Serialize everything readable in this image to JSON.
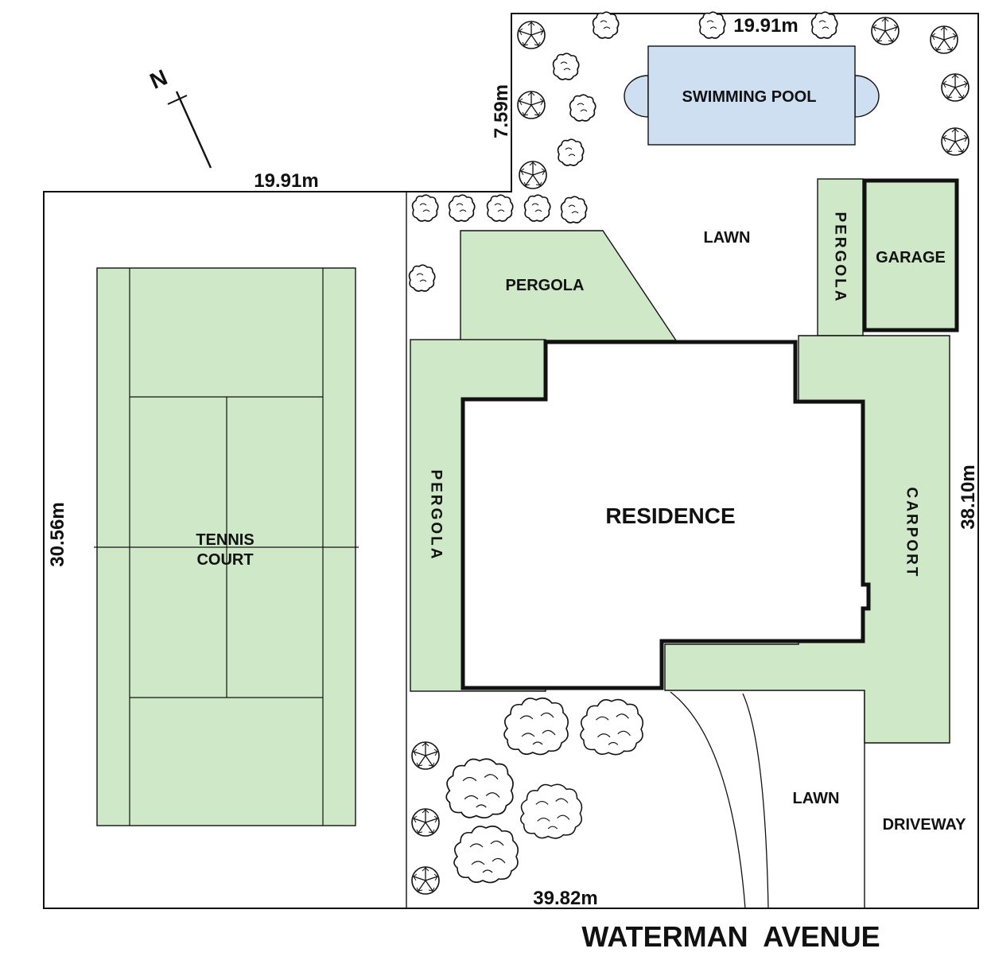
{
  "colors": {
    "area_green": "#cfe8c8",
    "pool_blue": "#cfdff2",
    "line": "#111111",
    "background": "#ffffff"
  },
  "north": {
    "label": "N"
  },
  "dimensions": {
    "top_north": "19.91m",
    "top_west": "19.91m",
    "step": "7.59m",
    "west_side": "30.56m",
    "east_side": "38.10m",
    "street_frontage": "39.82m"
  },
  "areas": {
    "swimming_pool": "SWIMMING POOL",
    "lawn_rear": "LAWN",
    "pergola_rear": "PERGOLA",
    "pergola_garage": "PERGOLA",
    "garage": "GARAGE",
    "pergola_side": "PERGOLA",
    "residence": "RESIDENCE",
    "carport": "CARPORT",
    "tennis_court_1": "TENNIS",
    "tennis_court_2": "COURT",
    "lawn_front": "LAWN",
    "driveway": "DRIVEWAY"
  },
  "street": {
    "name": "WATERMAN  AVENUE"
  },
  "icons": [
    "tree-icon",
    "bush-icon",
    "north-arrow-icon"
  ]
}
